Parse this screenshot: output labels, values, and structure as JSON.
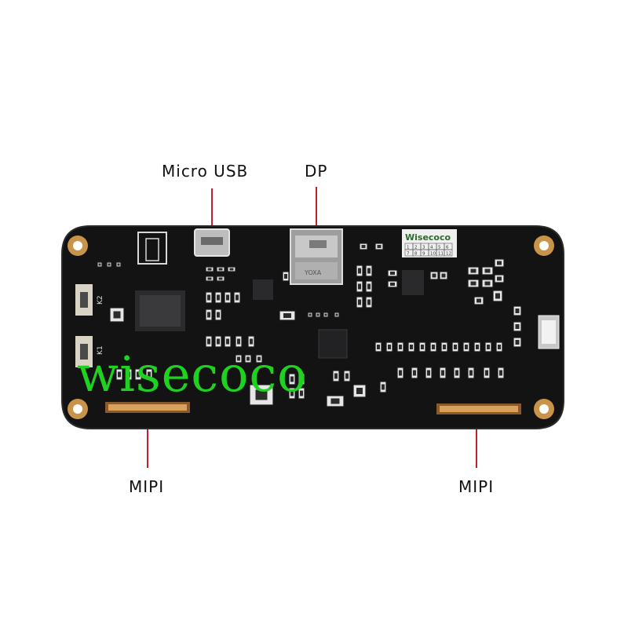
{
  "callouts": {
    "micro_usb": "Micro USB",
    "dp": "DP",
    "mipi_left": "MIPI",
    "mipi_right": "MIPI"
  },
  "board": {
    "key_labels": [
      "K2",
      "K1"
    ],
    "logo_text": "Wisecoco",
    "logo_grid": [
      "1",
      "2",
      "3",
      "4",
      "5",
      "6",
      "7",
      "8",
      "9",
      "10",
      "11",
      "12"
    ],
    "chip_marking": "YOXA"
  },
  "watermark": "wisecoco",
  "colors": {
    "board": "#131314",
    "pad_gold": "#c9944a",
    "leader_red": "#c2202a",
    "watermark_green": "#1fd21f",
    "text": "#111111"
  }
}
